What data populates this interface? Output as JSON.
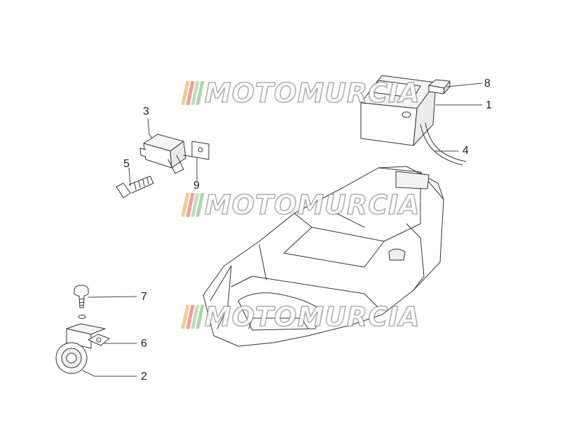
{
  "watermark": {
    "text": "MOTOMURCIA",
    "stripe_colors": [
      "#e8a23a",
      "#e84a3a",
      "#8fc48a",
      "#6db36a"
    ]
  },
  "callouts": [
    {
      "id": "1",
      "label": "1"
    },
    {
      "id": "2",
      "label": "2"
    },
    {
      "id": "3",
      "label": "3"
    },
    {
      "id": "4",
      "label": "4"
    },
    {
      "id": "5",
      "label": "5"
    },
    {
      "id": "6",
      "label": "6"
    },
    {
      "id": "7",
      "label": "7"
    },
    {
      "id": "8",
      "label": "8"
    },
    {
      "id": "9",
      "label": "9"
    }
  ],
  "colors": {
    "line": "#333333",
    "fill": "#ffffff",
    "shade": "#e9e9e9"
  }
}
